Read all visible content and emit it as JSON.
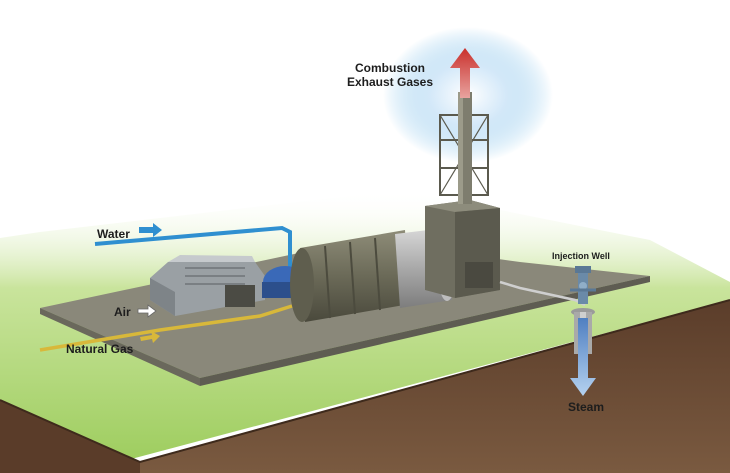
{
  "labels": {
    "exhaust_line1": "Combustion",
    "exhaust_line2": "Exhaust Gases",
    "water": "Water",
    "air": "Air",
    "natural_gas": "Natural Gas",
    "injection_well": "Injection Well",
    "steam": "Steam"
  },
  "colors": {
    "ground_top": "#a6d26a",
    "soil": "#6a4a34",
    "pad": "#8e8c7e",
    "water_pipe": "#2f8fd0",
    "gas_pipe": "#d8b83a",
    "exhaust_arrow": "#d8443c",
    "steam_arrow": "#8ab4e0",
    "equipment": "#6d6d5f",
    "turbine_blue": "#3a69b8"
  }
}
